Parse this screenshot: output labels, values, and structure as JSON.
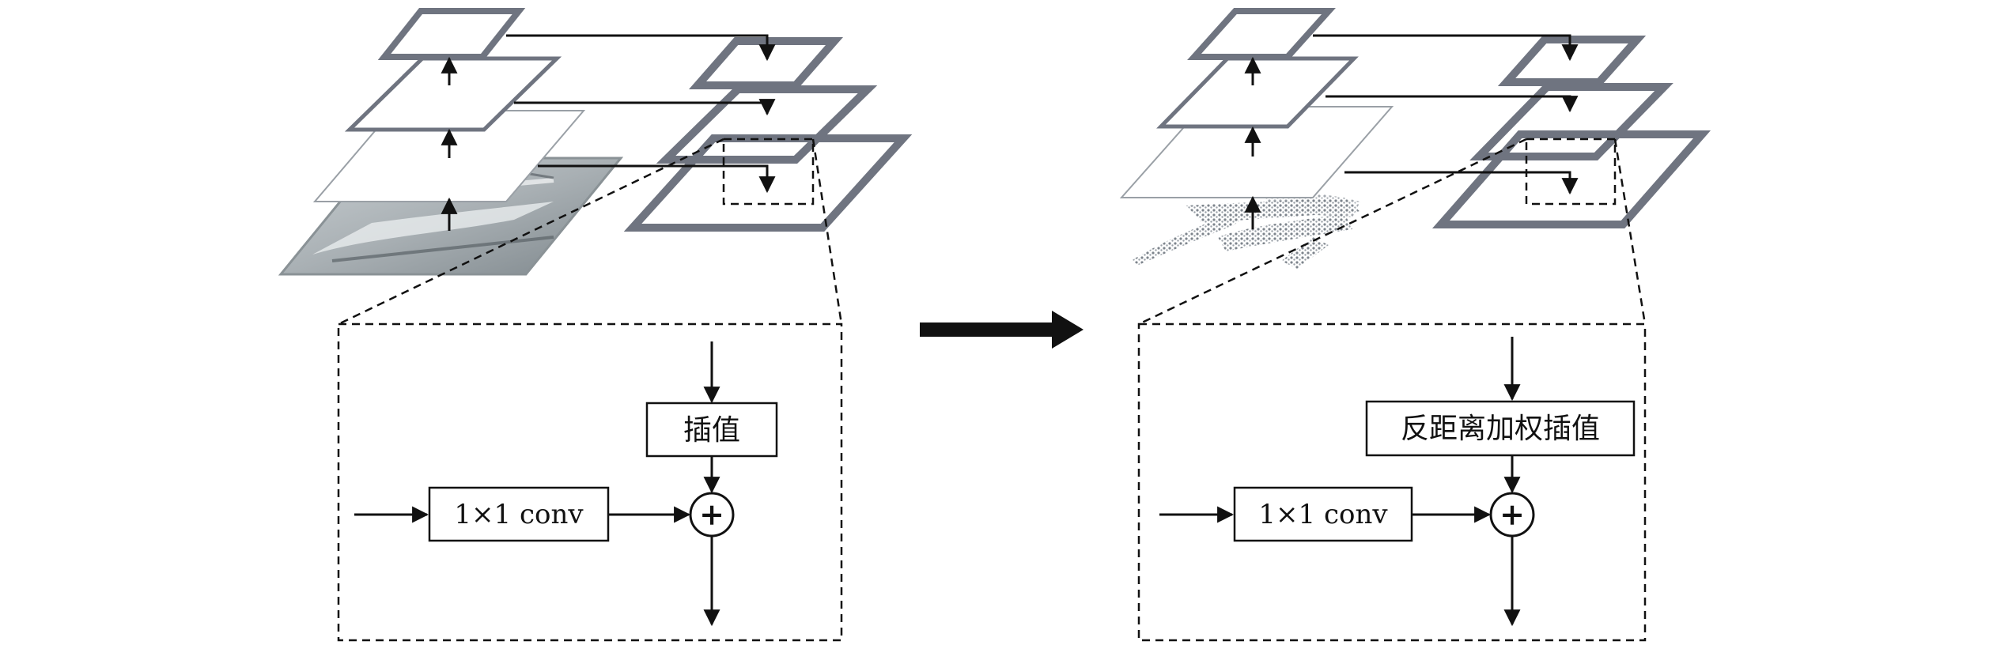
{
  "left_panel": {
    "interp_label": "插值",
    "conv_label": "1×1 conv",
    "add_symbol": "+"
  },
  "right_panel": {
    "interp_label": "反距离加权插值",
    "conv_label": "1×1 conv",
    "add_symbol": "+"
  },
  "colors": {
    "frame_gray": "#6f7480",
    "image_gray": "#9aa0a4",
    "point_gray": "#8a9098",
    "line": "#111111"
  },
  "icons": {
    "transition_arrow": "right-arrow-icon",
    "add_node": "circled-plus-icon"
  }
}
